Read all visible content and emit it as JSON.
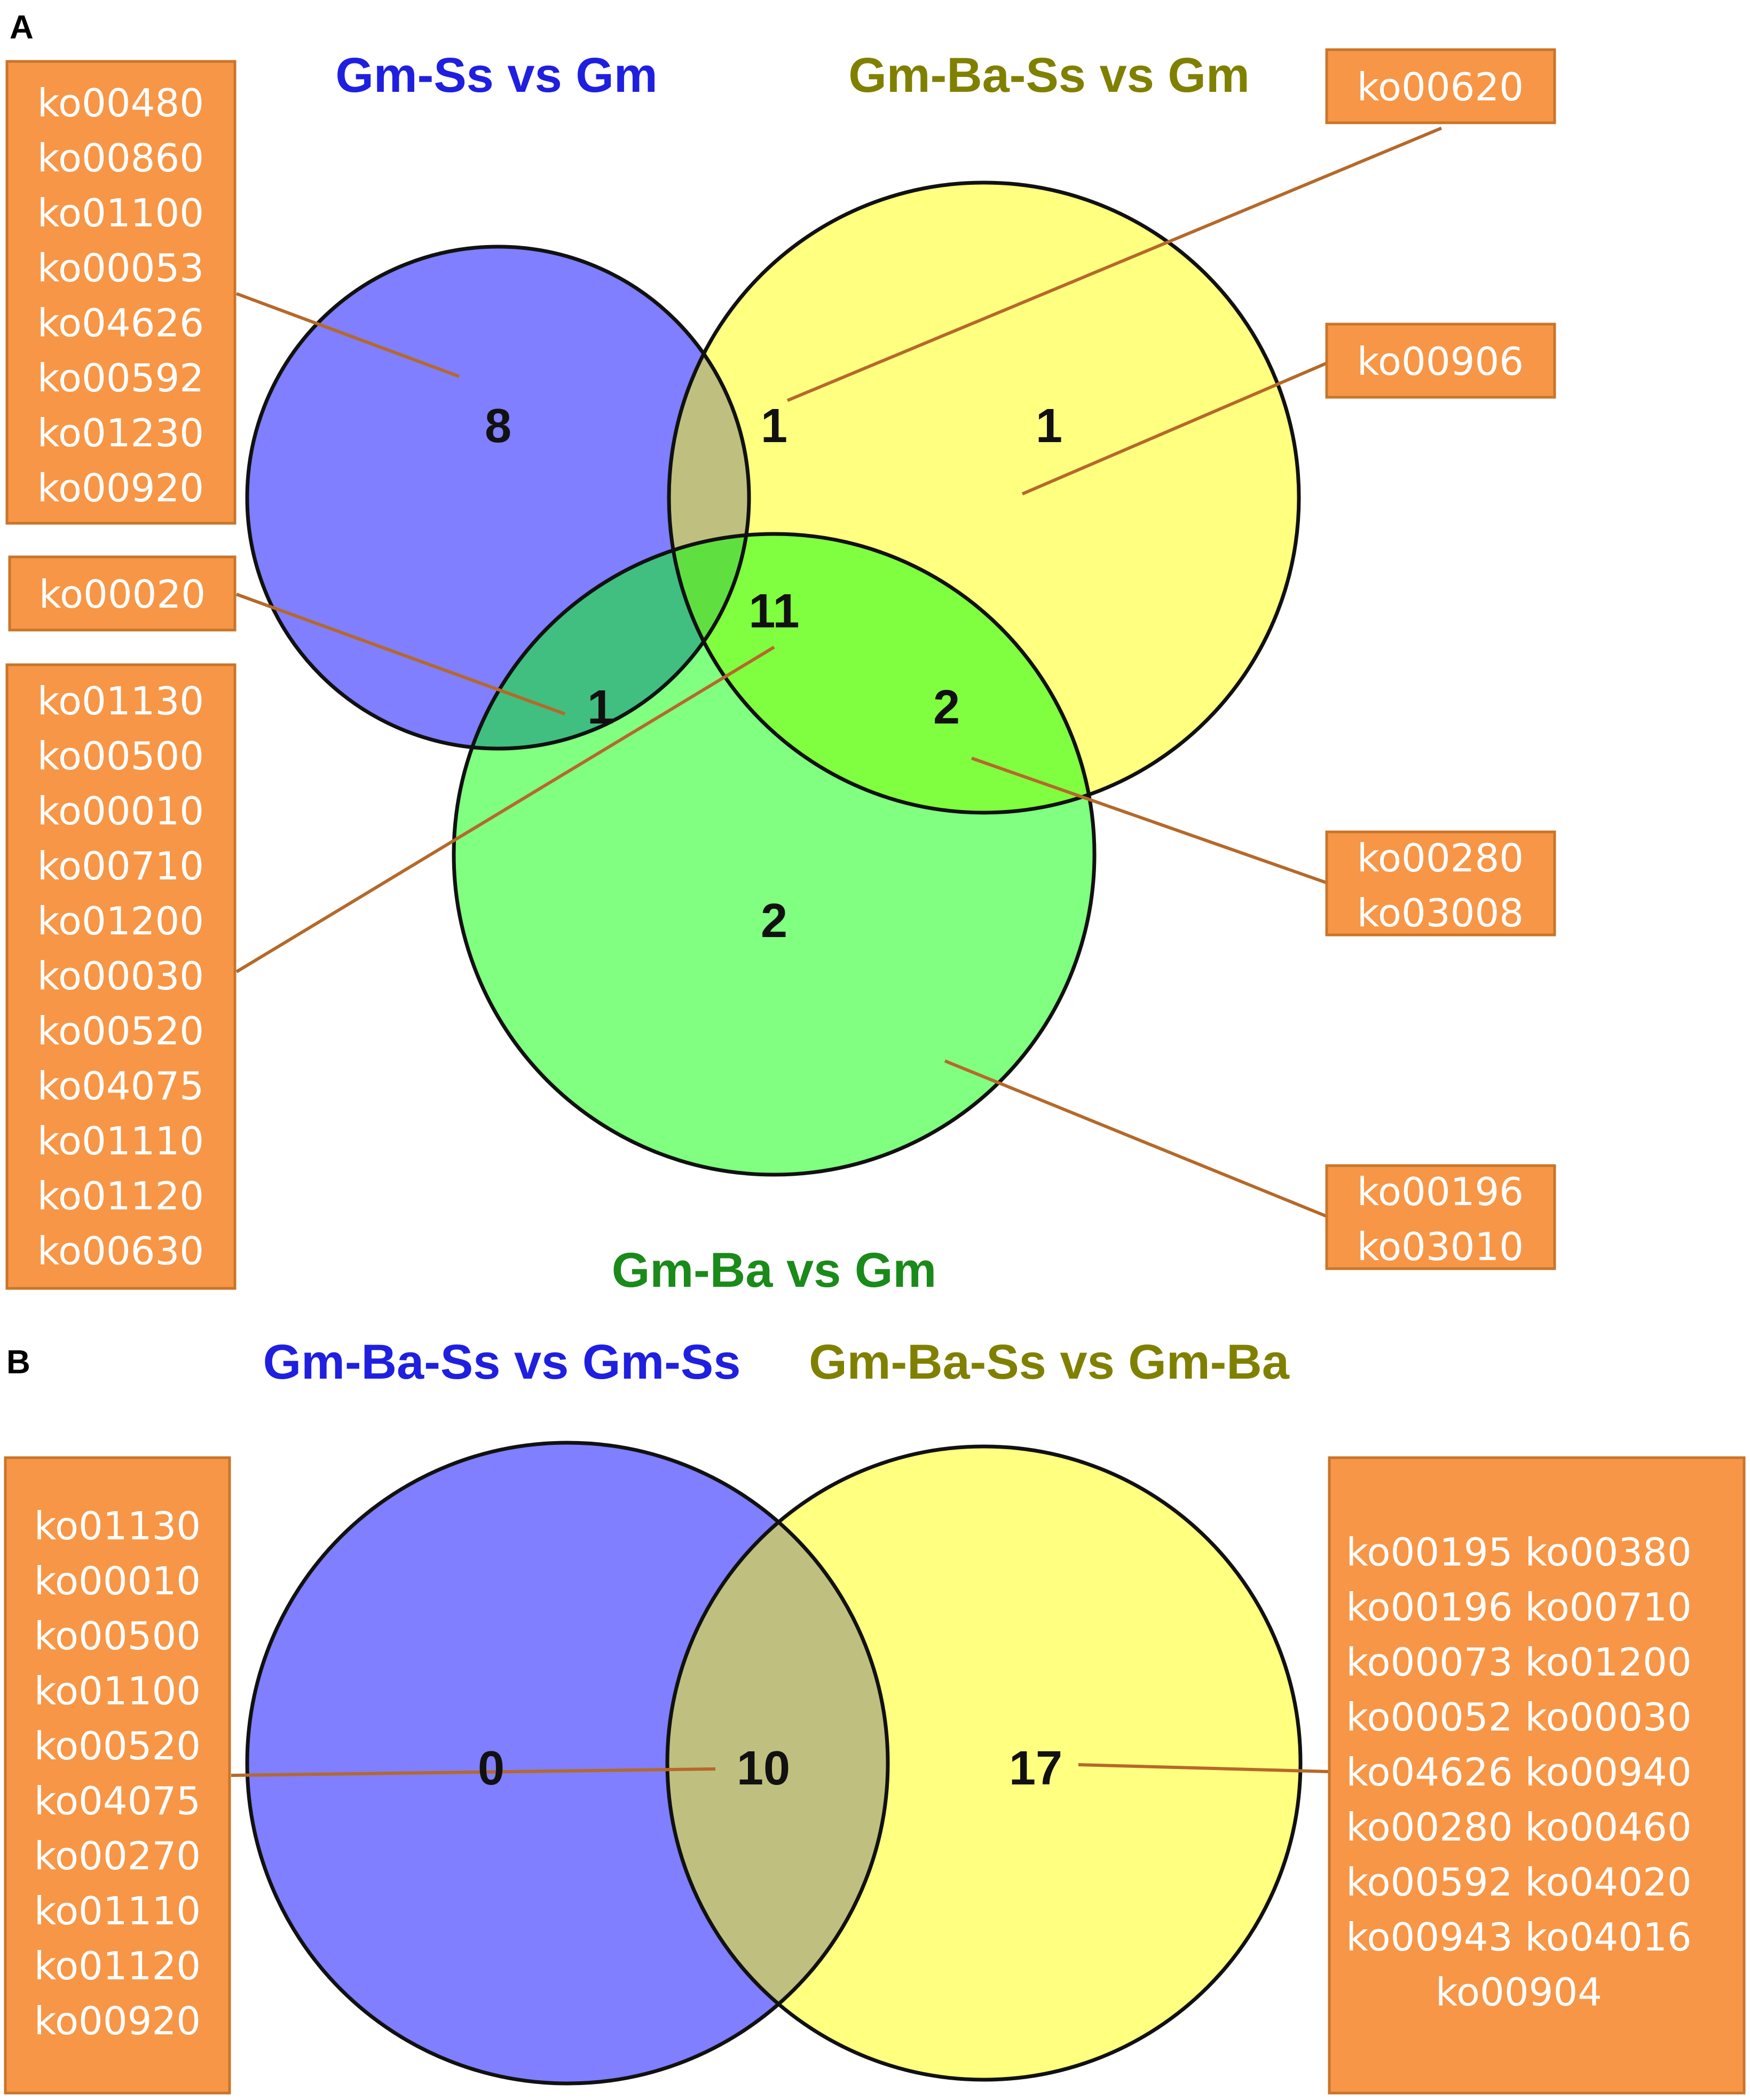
{
  "colors": {
    "blue_circle": "#7f7fff",
    "yellow_circle": "#ffff80",
    "green_circle": "#80ff80",
    "overlap_blue_yellow": "#bfbf80",
    "overlap_blue_green": "#40bf80",
    "overlap_yellow_green": "#80ff40",
    "overlap_all": "#60df40",
    "label_box": "#f79646",
    "label_box_border": "#c8752a",
    "leader_line": "#b5692a",
    "title_blue": "#1f1fe0",
    "title_olive": "#808000",
    "title_green": "#1a8a1a"
  },
  "panel_a": {
    "letter": "A",
    "set_titles": {
      "blue": "Gm-Ss vs Gm",
      "yellow": "Gm-Ba-Ss vs Gm",
      "green": "Gm-Ba vs Gm"
    },
    "regions": {
      "blue_only": {
        "count": "8",
        "kos": [
          "ko00480",
          "ko00860",
          "ko01100",
          "ko00053",
          "ko04626",
          "ko00592",
          "ko01230",
          "ko00920"
        ]
      },
      "blue_yellow": {
        "count": "1",
        "kos": [
          "ko00620"
        ]
      },
      "yellow_only": {
        "count": "1",
        "kos": [
          "ko00906"
        ]
      },
      "blue_green": {
        "count": "1",
        "kos": [
          "ko00020"
        ]
      },
      "all_three": {
        "count": "11",
        "kos": [
          "ko01130",
          "ko00500",
          "ko00010",
          "ko00710",
          "ko01200",
          "ko00030",
          "ko00520",
          "ko04075",
          "ko01110",
          "ko01120",
          "ko00630"
        ]
      },
      "yellow_green": {
        "count": "2",
        "kos": [
          "ko00280",
          "ko03008"
        ]
      },
      "green_only": {
        "count": "2",
        "kos": [
          "ko00196",
          "ko03010"
        ]
      }
    }
  },
  "panel_b": {
    "letter": "B",
    "set_titles": {
      "blue": "Gm-Ba-Ss vs Gm-Ss",
      "yellow": "Gm-Ba-Ss vs Gm-Ba"
    },
    "regions": {
      "blue_only": {
        "count": "0"
      },
      "overlap": {
        "count": "10",
        "kos": [
          "ko01130",
          "ko00010",
          "ko00500",
          "ko01100",
          "ko00520",
          "ko04075",
          "ko00270",
          "ko01110",
          "ko01120",
          "ko00920"
        ]
      },
      "yellow_only": {
        "count": "17",
        "ko_lines": [
          "ko00195 ko00380",
          "ko00196 ko00710",
          "ko00073 ko01200",
          "ko00052 ko00030",
          "ko04626 ko00940",
          "ko00280 ko00460",
          "ko00592 ko04020",
          "ko00943 ko04016",
          "ko00904"
        ]
      }
    }
  }
}
